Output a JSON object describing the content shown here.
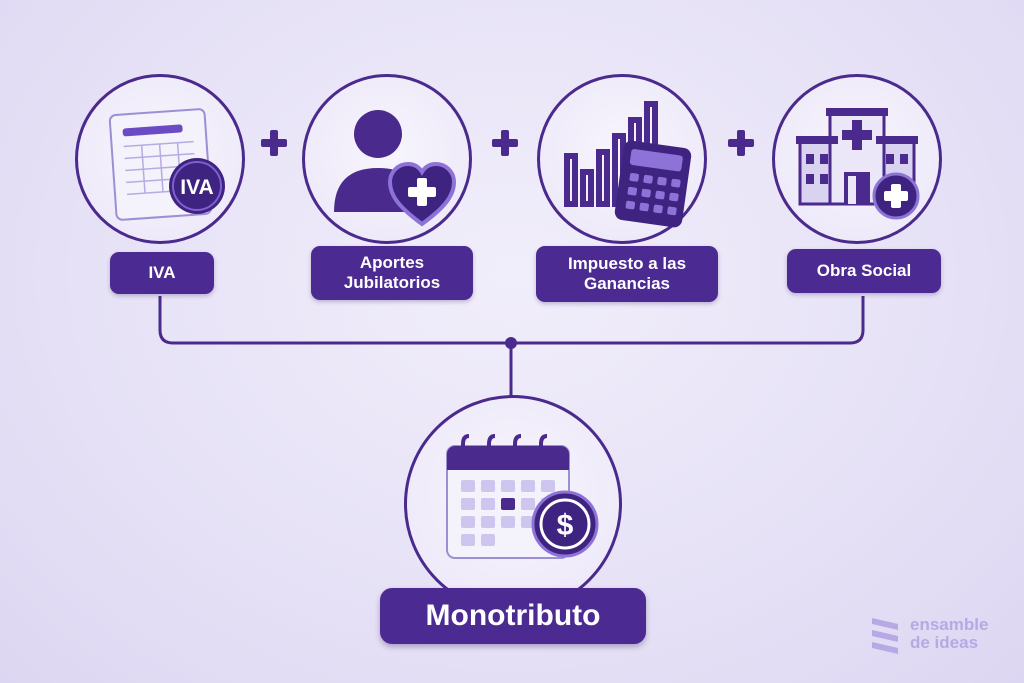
{
  "components": [
    {
      "id": "iva",
      "label_lines": [
        "IVA"
      ],
      "icon": "iva-form-icon",
      "badge_text": "IVA"
    },
    {
      "id": "aportes",
      "label_lines": [
        "Aportes",
        "Jubilatorios"
      ],
      "icon": "person-heart-icon"
    },
    {
      "id": "ganancias",
      "label_lines": [
        "Impuesto a las",
        "Ganancias"
      ],
      "icon": "bar-chart-calculator-icon"
    },
    {
      "id": "obra_social",
      "label_lines": [
        "Obra Social"
      ],
      "icon": "hospital-icon"
    }
  ],
  "operator_symbol": "+",
  "result": {
    "label": "Monotributo",
    "icon": "calendar-dollar-icon",
    "badge_text": "$"
  },
  "brand": {
    "line1": "ensamble",
    "line2": "de ideas"
  },
  "colors": {
    "primary": "#4b2a91",
    "accent": "#6a4bc4",
    "light": "#cfc6f0",
    "background": "#e8e3f7"
  }
}
